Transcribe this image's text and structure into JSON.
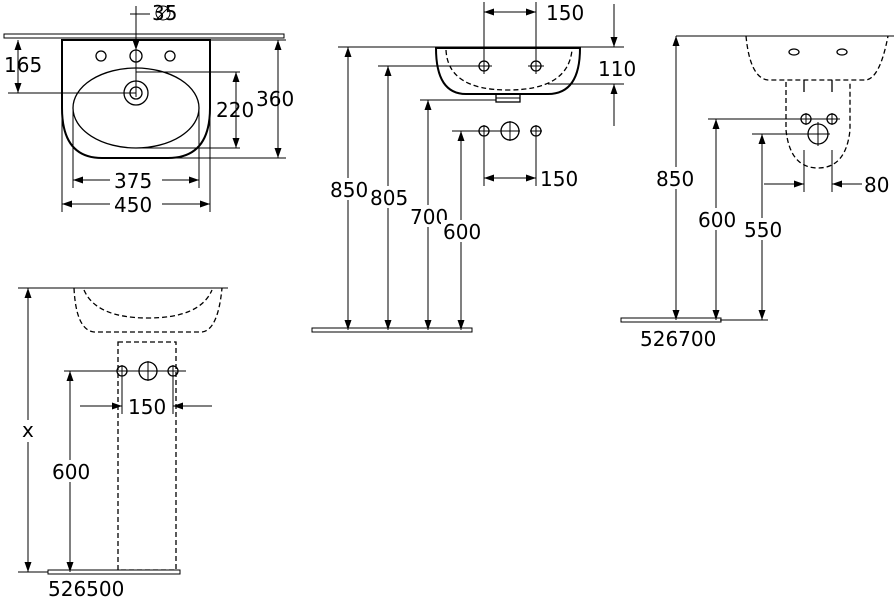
{
  "dims": {
    "diameter": "35",
    "d165": "165",
    "d220": "220",
    "d360": "360",
    "d375": "375",
    "d450": "450",
    "side_150_top": "150",
    "side_110": "110",
    "side_850": "850",
    "side_805": "805",
    "side_700": "700",
    "side_600": "600",
    "side_150_bottom": "150",
    "semi_850": "850",
    "semi_600": "600",
    "semi_550": "550",
    "semi_80": "80",
    "ped_x": "x",
    "ped_600": "600",
    "ped_150": "150"
  },
  "codes": {
    "semi_pedestal": "526700",
    "pedestal": "526500"
  }
}
